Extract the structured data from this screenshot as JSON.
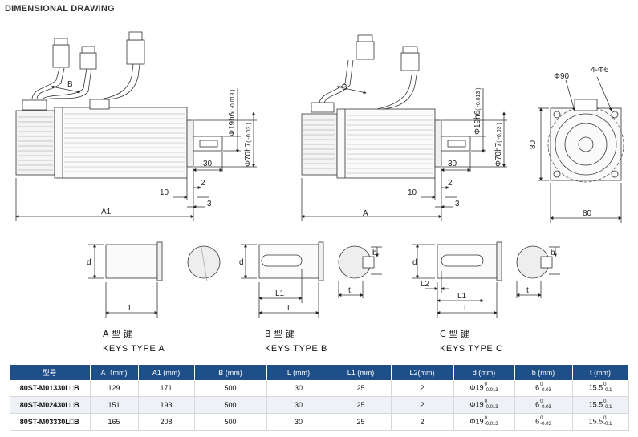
{
  "title": "DIMENSIONAL DRAWING",
  "drawing": {
    "side1": {
      "label_B": "B",
      "d_shaft": "Φ19h6",
      "d_shaft_tol": "( -0.013 )",
      "d_pilot": "Φ70h7",
      "d_pilot_tol": "( -0.03 )",
      "d30": "30",
      "d2": "2",
      "d10": "10",
      "d3": "3",
      "A1": "A1"
    },
    "side2": {
      "label_B": "B",
      "d_shaft": "Φ19h6",
      "d_shaft_tol": "( -0.013 )",
      "d_pilot": "Φ70h7",
      "d_pilot_tol": "( -0.03 )",
      "d30": "30",
      "d2": "2",
      "d10": "10",
      "d3": "3",
      "A": "A"
    },
    "front": {
      "phi90": "Φ90",
      "holes": "4-Φ6",
      "h80": "80",
      "w80": "80"
    },
    "keys": {
      "d": "d",
      "L": "L",
      "L1": "L1",
      "L2": "L2",
      "t": "t",
      "b": "b",
      "a_cn": "A 型 键",
      "a_en": "KEYS TYPE A",
      "b_cn": "B 型 键",
      "b_en": "KEYS TYPE B",
      "c_cn": "C 型 键",
      "c_en": "KEYS TYPE C"
    }
  },
  "table": {
    "headers": [
      "型号",
      "A（mm)",
      "A1 (mm)",
      "B (mm)",
      "L (mm)",
      "L1 (mm)",
      "L2(mm)",
      "d (mm)",
      "b (mm)",
      "t (mm)"
    ],
    "rows": [
      {
        "model": "80ST-M01330L□B",
        "A": "129",
        "A1": "171",
        "B": "500",
        "L": "30",
        "L1": "25",
        "L2": "2",
        "d": "Φ19",
        "d_up": "0",
        "d_lo": "-0.013",
        "b": "6",
        "b_up": "0",
        "b_lo": "-0.03",
        "t": "15.5",
        "t_up": "0",
        "t_lo": "-0.1"
      },
      {
        "model": "80ST-M02430L□B",
        "A": "151",
        "A1": "193",
        "B": "500",
        "L": "30",
        "L1": "25",
        "L2": "2",
        "d": "Φ19",
        "d_up": "0",
        "d_lo": "-0.013",
        "b": "6",
        "b_up": "0",
        "b_lo": "-0.03",
        "t": "15.5",
        "t_up": "0",
        "t_lo": "-0.1"
      },
      {
        "model": "80ST-M03330L□B",
        "A": "165",
        "A1": "208",
        "B": "500",
        "L": "30",
        "L1": "25",
        "L2": "2",
        "d": "Φ19",
        "d_up": "0",
        "d_lo": "-0.013",
        "b": "6",
        "b_up": "0",
        "b_lo": "-0.03",
        "t": "15.5",
        "t_up": "0",
        "t_lo": "-0.1"
      }
    ]
  }
}
